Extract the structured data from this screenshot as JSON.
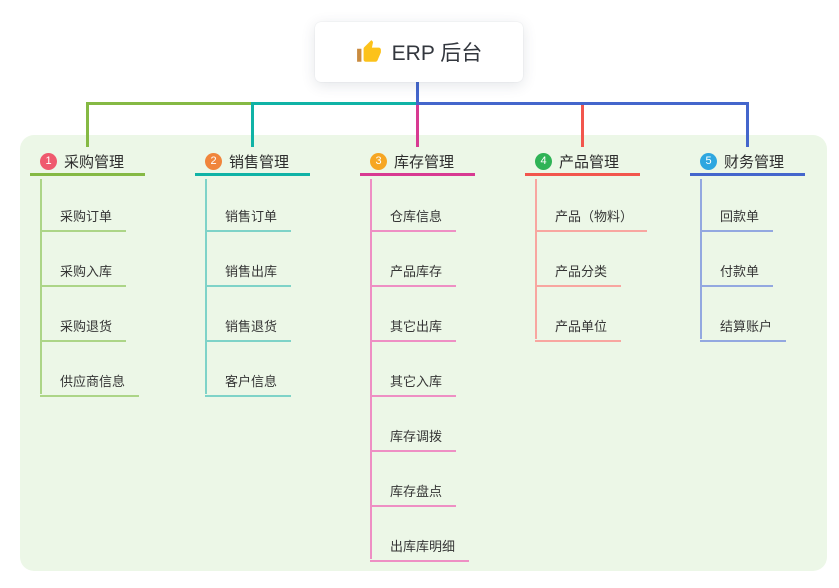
{
  "root": {
    "label": "ERP 后台",
    "icon": "thumbs-up",
    "icon_color": "#fcc21b",
    "icon_cuff_color": "#c98b3f"
  },
  "canvas": {
    "background": "#ffffff",
    "container_background": "#ecf7e7"
  },
  "branches": [
    {
      "index": "1",
      "label": "采购管理",
      "badge_color": "#ef5a6e",
      "line_color": "#85b944",
      "child_line_color": "#acd587",
      "children": [
        "采购订单",
        "采购入库",
        "采购退货",
        "供应商信息"
      ]
    },
    {
      "index": "2",
      "label": "销售管理",
      "badge_color": "#f0853c",
      "line_color": "#10b3a6",
      "child_line_color": "#7ed3c8",
      "children": [
        "销售订单",
        "销售出库",
        "销售退货",
        "客户信息"
      ]
    },
    {
      "index": "3",
      "label": "库存管理",
      "badge_color": "#f6a623",
      "line_color": "#d83a92",
      "child_line_color": "#ee8fc4",
      "children": [
        "仓库信息",
        "产品库存",
        "其它出库",
        "其它入库",
        "库存调拨",
        "库存盘点",
        "出库库明细"
      ]
    },
    {
      "index": "4",
      "label": "产品管理",
      "badge_color": "#2fb356",
      "line_color": "#f2564d",
      "child_line_color": "#f8a6a0",
      "children": [
        "产品（物料）",
        "产品分类",
        "产品单位"
      ]
    },
    {
      "index": "5",
      "label": "财务管理",
      "badge_color": "#2ea7e0",
      "line_color": "#4466cc",
      "child_line_color": "#93a8e0",
      "children": [
        "回款单",
        "付款单",
        "结算账户"
      ]
    }
  ]
}
